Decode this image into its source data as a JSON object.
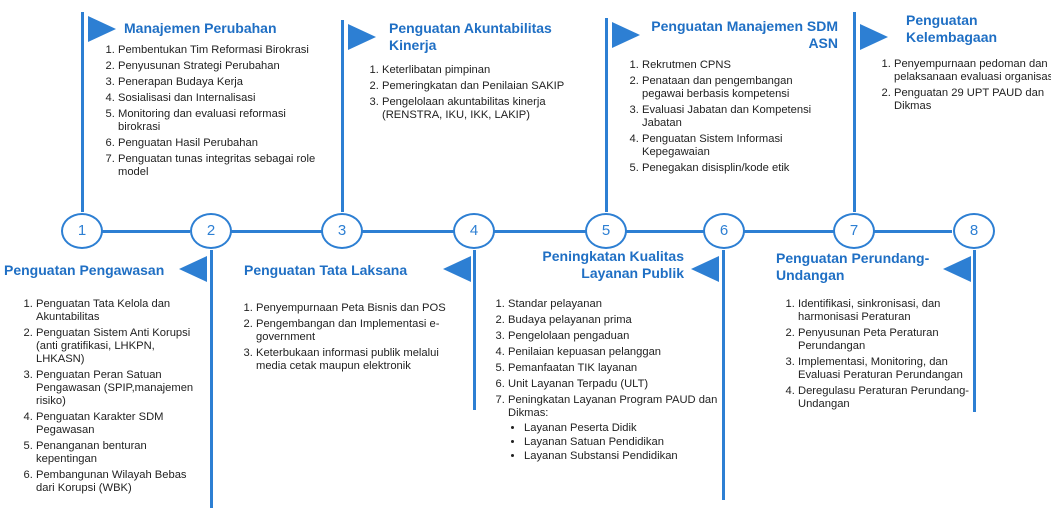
{
  "nodes": [
    "1",
    "2",
    "3",
    "4",
    "5",
    "6",
    "7",
    "8"
  ],
  "sections": [
    {
      "title": "Manajemen Perubahan",
      "items": [
        "Pembentukan Tim Reformasi Birokrasi",
        "Penyusunan Strategi Perubahan",
        "Penerapan Budaya Kerja",
        "Sosialisasi dan Internalisasi",
        "Monitoring dan evaluasi reformasi birokrasi",
        "Penguatan Hasil Perubahan",
        "Penguatan tunas integritas sebagai role model"
      ]
    },
    {
      "title": "Penguatan Pengawasan",
      "items": [
        "Penguatan Tata Kelola dan Akuntabilitas",
        "Penguatan Sistem Anti Korupsi (anti gratifikasi, LHKPN, LHKASN)",
        "Penguatan Peran Satuan Pengawasan (SPIP,manajemen risiko)",
        "Penguatan Karakter SDM Pegawasan",
        "Penanganan benturan kepentingan",
        "Pembangunan Wilayah Bebas dari Korupsi (WBK)"
      ]
    },
    {
      "title": "Penguatan Akuntabilitas Kinerja",
      "items": [
        "Keterlibatan pimpinan",
        "Pemeringkatan dan Penilaian SAKIP",
        "Pengelolaan akuntabilitas kinerja (RENSTRA, IKU, IKK, LAKIP)"
      ]
    },
    {
      "title": "Penguatan Tata Laksana",
      "items": [
        "Penyempurnaan Peta Bisnis dan POS",
        "Pengembangan dan Implementasi e-government",
        "Keterbukaan informasi publik melalui media cetak maupun elektronik"
      ]
    },
    {
      "title": "Penguatan Manajemen SDM ASN",
      "items": [
        "Rekrutmen CPNS",
        "Penataan dan pengembangan pegawai berbasis kompetensi",
        "Evaluasi Jabatan dan Kompetensi Jabatan",
        "Penguatan Sistem Informasi Kepegawaian",
        "Penegakan disisplin/kode etik"
      ]
    },
    {
      "title": "Peningkatan Kualitas Layanan Publik",
      "items": [
        "Standar pelayanan",
        "Budaya pelayanan prima",
        "Pengelolaan pengaduan",
        "Penilaian kepuasan pelanggan",
        "Pemanfaatan TIK layanan",
        "Unit Layanan Terpadu (ULT)",
        "Peningkatan Layanan Program PAUD dan Dikmas:"
      ],
      "subitems": [
        "Layanan Peserta Didik",
        "Layanan Satuan Pendidikan",
        "Layanan Substansi Pendidikan"
      ]
    },
    {
      "title": "Penguatan Kelembagaan",
      "items": [
        "Penyempurnaan pedoman dan pelaksanaan evaluasi organisasi",
        "Penguatan 29 UPT PAUD dan Dikmas"
      ]
    },
    {
      "title": "Penguatan Perundang-Undangan",
      "items": [
        "Identifikasi, sinkronisasi, dan harmonisasi Peraturan",
        "Penyusunan Peta Peraturan Perundangan",
        "Implementasi, Monitoring, dan Evaluasi Peraturan Perundangan",
        "Deregulasu Peraturan Perundang-Undangan"
      ]
    }
  ],
  "colors": {
    "accent": "#2d7fd3",
    "title": "#1f6fc4",
    "text": "#222222"
  }
}
